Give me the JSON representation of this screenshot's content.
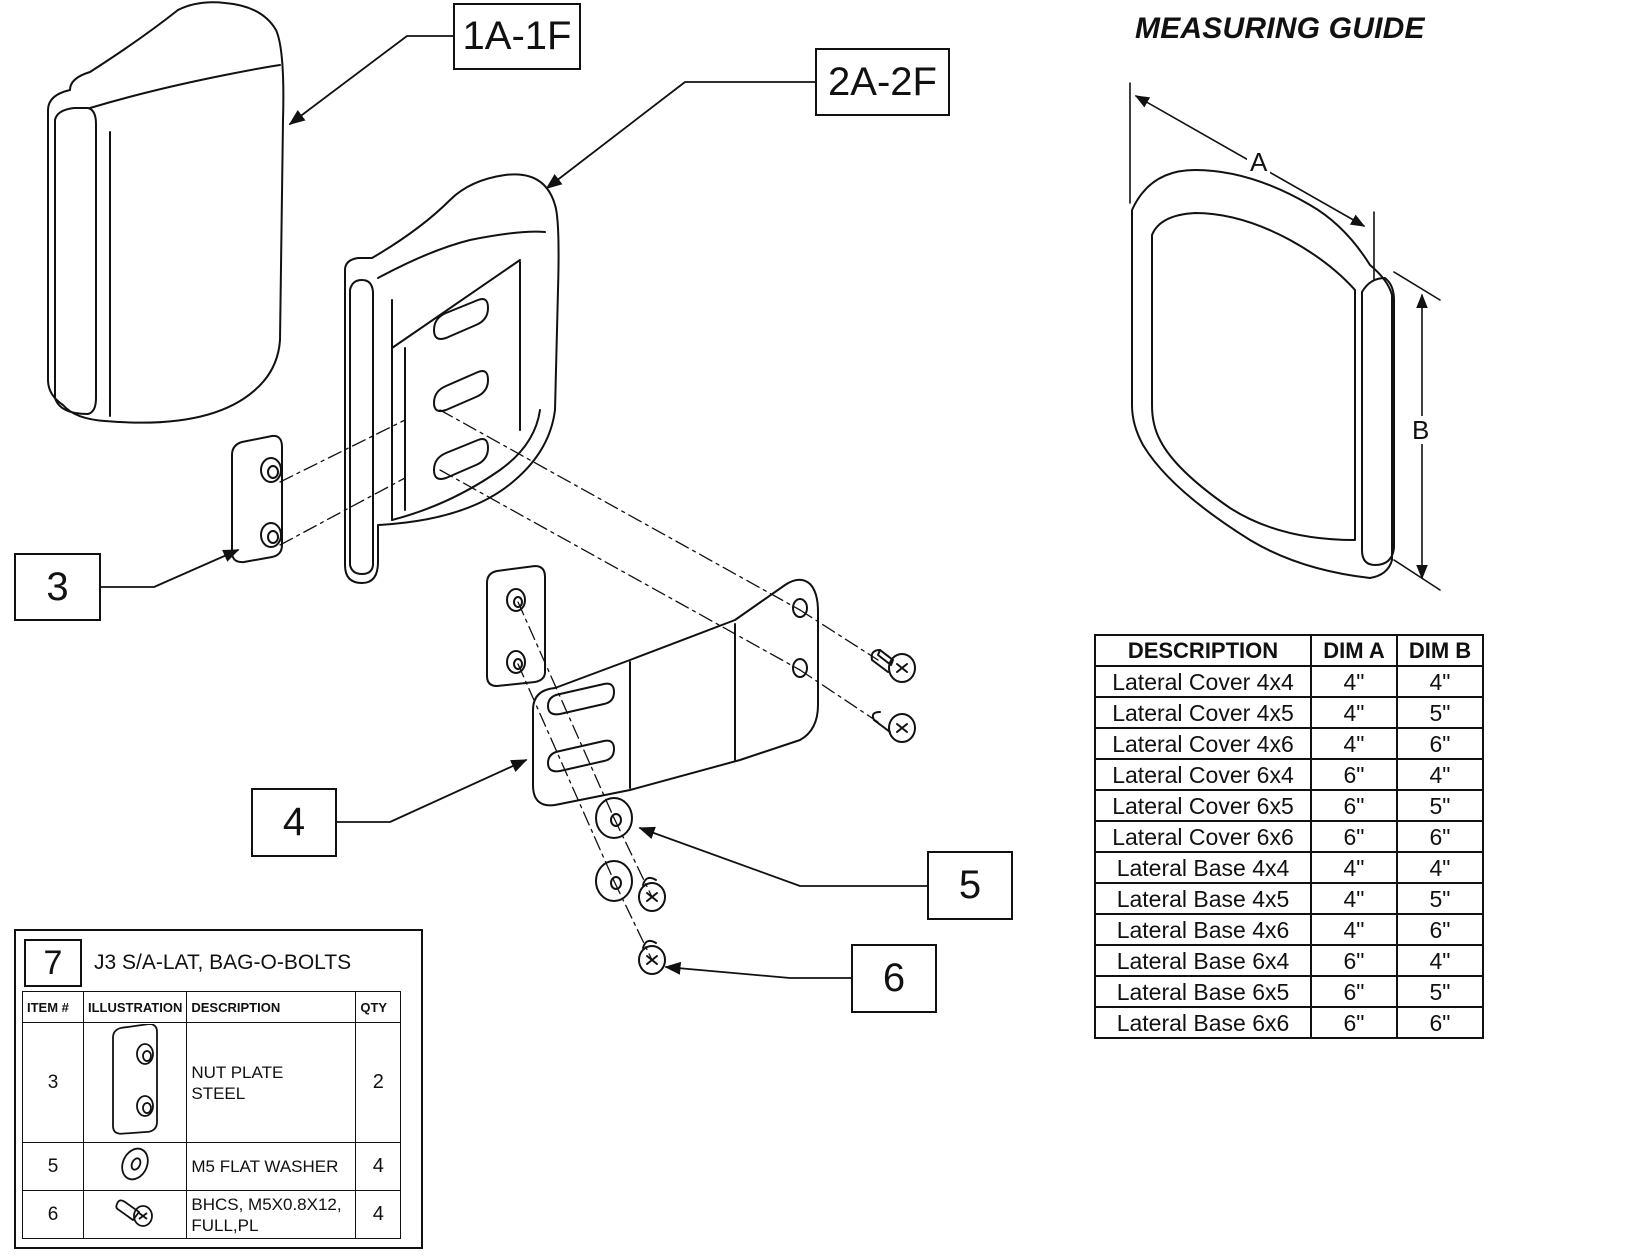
{
  "callouts": {
    "c1": "1A-1F",
    "c2": "2A-2F",
    "c3": "3",
    "c4": "4",
    "c5": "5",
    "c6": "6"
  },
  "measuring_guide": {
    "title": "MEASURING GUIDE",
    "dim_a": "A",
    "dim_b": "B"
  },
  "dimension_table": {
    "headers": [
      "DESCRIPTION",
      "DIM A",
      "DIM B"
    ],
    "rows": [
      {
        "description": "Lateral Cover 4x4",
        "dim_a": "4\"",
        "dim_b": "4\""
      },
      {
        "description": "Lateral Cover 4x5",
        "dim_a": "4\"",
        "dim_b": "5\""
      },
      {
        "description": "Lateral Cover 4x6",
        "dim_a": "4\"",
        "dim_b": "6\""
      },
      {
        "description": "Lateral Cover 6x4",
        "dim_a": "6\"",
        "dim_b": "4\""
      },
      {
        "description": "Lateral Cover 6x5",
        "dim_a": "6\"",
        "dim_b": "5\""
      },
      {
        "description": "Lateral Cover 6x6",
        "dim_a": "6\"",
        "dim_b": "6\""
      },
      {
        "description": "Lateral Base 4x4",
        "dim_a": "4\"",
        "dim_b": "4\""
      },
      {
        "description": "Lateral Base 4x5",
        "dim_a": "4\"",
        "dim_b": "5\""
      },
      {
        "description": "Lateral Base 4x6",
        "dim_a": "4\"",
        "dim_b": "6\""
      },
      {
        "description": "Lateral Base 6x4",
        "dim_a": "6\"",
        "dim_b": "4\""
      },
      {
        "description": "Lateral Base 6x5",
        "dim_a": "6\"",
        "dim_b": "5\""
      },
      {
        "description": "Lateral Base 6x6",
        "dim_a": "6\"",
        "dim_b": "6\""
      }
    ]
  },
  "bag_o_bolts": {
    "number": "7",
    "title": "J3 S/A-LAT, BAG-O-BOLTS",
    "headers": [
      "ITEM #",
      "ILLUSTRATION",
      "DESCRIPTION",
      "QTY"
    ],
    "rows": [
      {
        "item": "3",
        "description_lines": [
          "NUT PLATE",
          "STEEL"
        ],
        "qty": "2",
        "illustration": "nut-plate-icon"
      },
      {
        "item": "5",
        "description_lines": [
          "M5 FLAT WASHER"
        ],
        "qty": "4",
        "illustration": "washer-icon"
      },
      {
        "item": "6",
        "description_lines": [
          "BHCS, M5X0.8X12,",
          "FULL,PL"
        ],
        "qty": "4",
        "illustration": "bolt-icon"
      }
    ]
  }
}
